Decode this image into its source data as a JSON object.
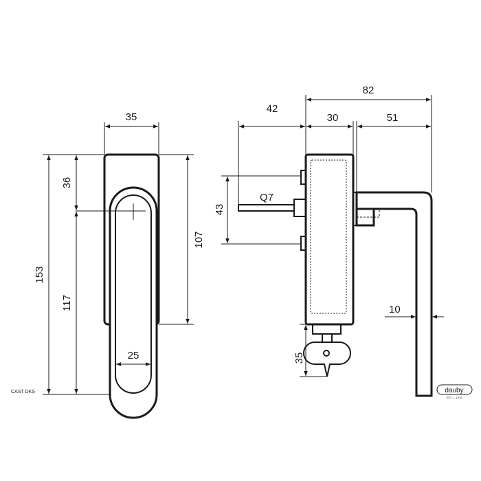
{
  "front_view": {
    "width_35": "35",
    "grip_width_25": "25",
    "overall_153": "153",
    "top_36": "36",
    "lower_117": "117",
    "plate_107": "107"
  },
  "side_view": {
    "overall_82": "82",
    "spindle_42": "42",
    "body_30": "30",
    "lever_51": "51",
    "screws_43": "43",
    "spindle_label": "Q7",
    "lever_10": "10",
    "key_35": "35"
  },
  "model_label": "CAST DKS",
  "brand": {
    "name": "dauby",
    "tagline": "EST — 1970"
  }
}
